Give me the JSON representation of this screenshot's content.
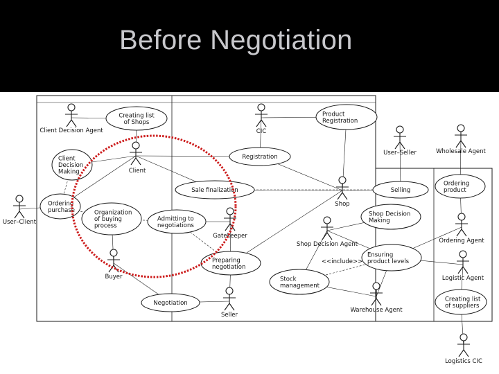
{
  "slide": {
    "title": "Before Negotiation"
  },
  "diagram": {
    "colors": {
      "line": "#1a1a1a",
      "highlight_circle": "#cc1b1b"
    },
    "actors": [
      {
        "id": "client-decision-agent",
        "label": "Client Decision Agent"
      },
      {
        "id": "client",
        "label": "Client"
      },
      {
        "id": "user-client",
        "label": "User–Client"
      },
      {
        "id": "buyer",
        "label": "Buyer"
      },
      {
        "id": "gatekeeper",
        "label": "Gatekeeper"
      },
      {
        "id": "seller",
        "label": "Seller"
      },
      {
        "id": "cic",
        "label": "CIC"
      },
      {
        "id": "shop",
        "label": "Shop"
      },
      {
        "id": "user-seller",
        "label": "User–Seller"
      },
      {
        "id": "wholesale-agent",
        "label": "Wholesale Agent"
      },
      {
        "id": "shop-decision-agent",
        "label": "Shop Decision Agent"
      },
      {
        "id": "warehouse-agent",
        "label": "Warehouse Agent"
      },
      {
        "id": "ordering-agent",
        "label": "Ordering Agent"
      },
      {
        "id": "logistic-agent",
        "label": "Logistic Agent"
      },
      {
        "id": "logistics-cic",
        "label": "Logistics CIC"
      }
    ],
    "use_cases": [
      {
        "id": "creating-list-of-shops",
        "lines": [
          "Creating list",
          "of Shops"
        ]
      },
      {
        "id": "client-decision-making",
        "lines": [
          "Client",
          "Decision",
          "Making"
        ]
      },
      {
        "id": "ordering-purchase",
        "lines": [
          "Ordering",
          "purchase"
        ]
      },
      {
        "id": "organization-of-buying-process",
        "lines": [
          "Organization",
          "of buying",
          "process"
        ]
      },
      {
        "id": "admitting-to-negotiations",
        "lines": [
          "Admitting to",
          "negotiations"
        ]
      },
      {
        "id": "negotiation",
        "lines": [
          "Negotiation"
        ]
      },
      {
        "id": "preparing-negotiation",
        "lines": [
          "Preparing",
          "negotiation"
        ]
      },
      {
        "id": "sale-finalization",
        "lines": [
          "Sale finalization"
        ]
      },
      {
        "id": "registration",
        "lines": [
          "Registration"
        ]
      },
      {
        "id": "product-registration",
        "lines": [
          "Product",
          "Registration"
        ]
      },
      {
        "id": "selling",
        "lines": [
          "Selling"
        ]
      },
      {
        "id": "shop-decision-making",
        "lines": [
          "Shop Decision",
          "Making"
        ]
      },
      {
        "id": "ensuring-product-levels",
        "lines": [
          "Ensuring",
          "product levels"
        ]
      },
      {
        "id": "stock-management",
        "lines": [
          "Stock",
          "management"
        ]
      },
      {
        "id": "ordering-product",
        "lines": [
          "Ordering",
          "product"
        ]
      },
      {
        "id": "creating-list-of-suppliers",
        "lines": [
          "Creating list",
          "of suppliers"
        ]
      }
    ],
    "include_label": "<<include>>"
  }
}
